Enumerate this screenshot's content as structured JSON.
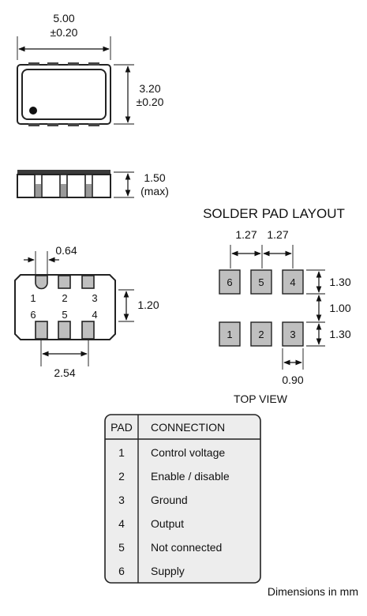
{
  "top_view": {
    "width_value": "5.00",
    "width_tol": "±0.20",
    "height_value": "3.20",
    "height_tol": "±0.20"
  },
  "side_view": {
    "thickness_value": "1.50",
    "thickness_note": "(max)"
  },
  "bottom_view": {
    "pad_width": "0.64",
    "pad_height": "1.20",
    "pitch": "2.54",
    "pins_top": [
      "1",
      "2",
      "3"
    ],
    "pins_bottom": [
      "6",
      "5",
      "4"
    ]
  },
  "solder_layout": {
    "title": "SOLDER PAD LAYOUT",
    "pitch_left": "1.27",
    "pitch_right": "1.27",
    "row_height_top": "1.30",
    "gap": "1.00",
    "row_height_bottom": "1.30",
    "pad_width": "0.90",
    "pads_top": [
      "6",
      "5",
      "4"
    ],
    "pads_bottom": [
      "1",
      "2",
      "3"
    ],
    "caption": "TOP VIEW",
    "pad_fill": "#bfbfbf"
  },
  "pin_table": {
    "header_pad": "PAD",
    "header_connection": "CONNECTION",
    "rows": [
      {
        "pad": "1",
        "connection": "Control voltage"
      },
      {
        "pad": "2",
        "connection": "Enable / disable"
      },
      {
        "pad": "3",
        "connection": "Ground"
      },
      {
        "pad": "4",
        "connection": "Output"
      },
      {
        "pad": "5",
        "connection": "Not connected"
      },
      {
        "pad": "6",
        "connection": "Supply"
      }
    ],
    "fill": "#ededed"
  },
  "footer": {
    "units_note": "Dimensions in mm"
  }
}
